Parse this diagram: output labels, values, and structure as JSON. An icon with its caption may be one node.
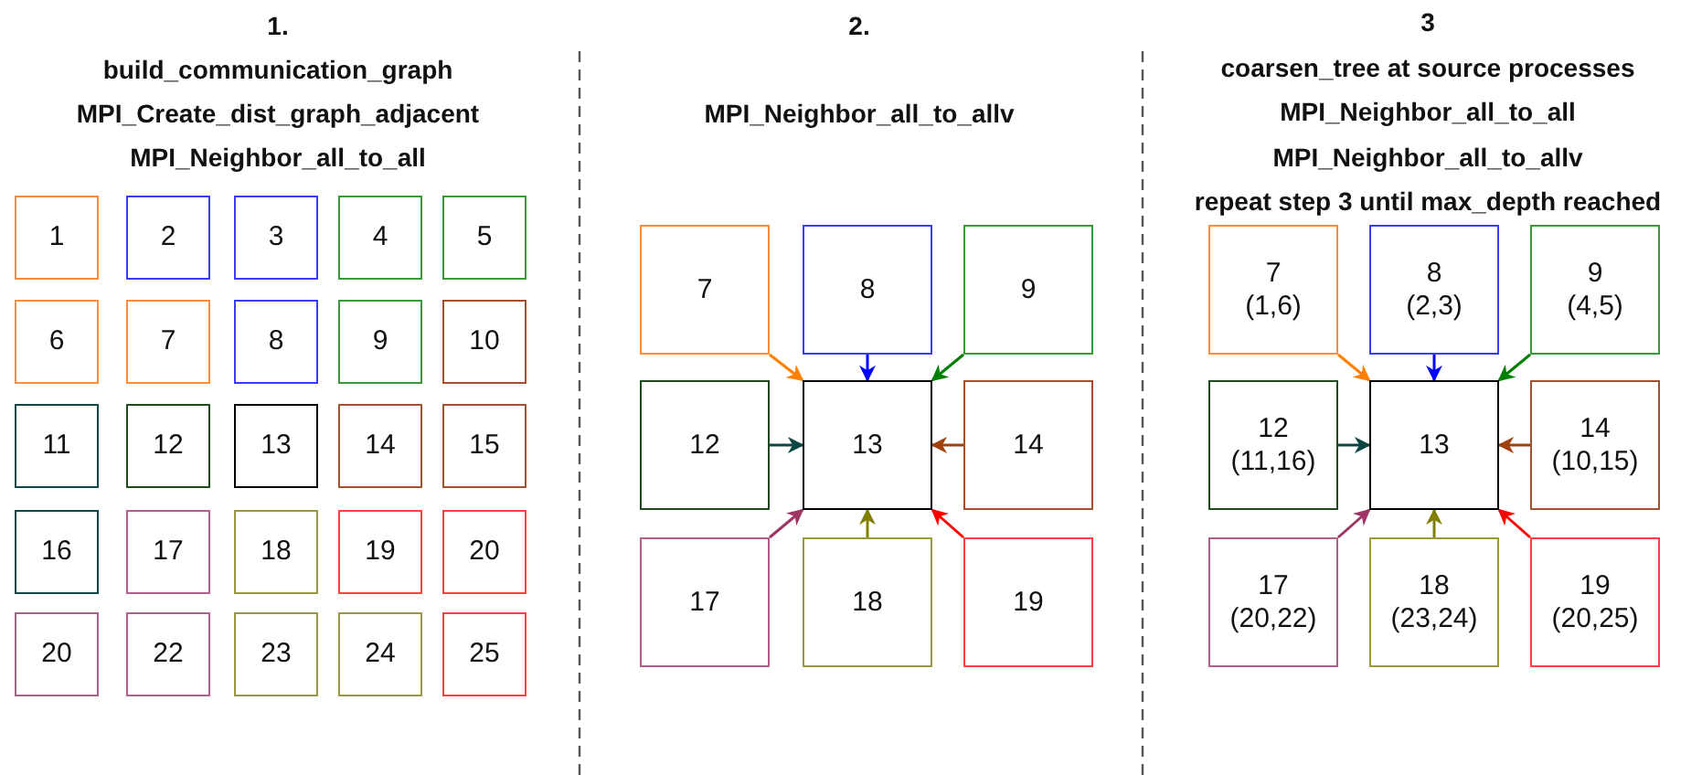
{
  "diagram": {
    "nodes": [
      {
        "text": [
          "1"
        ]
      },
      {
        "text": [
          "2"
        ]
      },
      {
        "text": [
          "3"
        ]
      },
      {
        "text": [
          "4"
        ]
      },
      {
        "text": [
          "5"
        ]
      },
      {
        "text": [
          "6"
        ]
      },
      {
        "text": [
          "7"
        ]
      },
      {
        "text": [
          "8"
        ]
      },
      {
        "text": [
          "9"
        ]
      },
      {
        "text": [
          "10"
        ]
      },
      {
        "text": [
          "11"
        ]
      },
      {
        "text": [
          "12"
        ]
      },
      {
        "text": [
          "13"
        ]
      },
      {
        "text": [
          "14"
        ]
      },
      {
        "text": [
          "15"
        ]
      },
      {
        "text": [
          "16"
        ]
      },
      {
        "text": [
          "17"
        ]
      },
      {
        "text": [
          "18"
        ]
      },
      {
        "text": [
          "19"
        ]
      },
      {
        "text": [
          "20"
        ]
      },
      {
        "text": [
          "20"
        ]
      },
      {
        "text": [
          "22"
        ]
      },
      {
        "text": [
          "23"
        ]
      },
      {
        "text": [
          "24"
        ]
      },
      {
        "text": [
          "25"
        ]
      },
      {
        "text": [
          "7"
        ]
      },
      {
        "text": [
          "8"
        ]
      },
      {
        "text": [
          "9"
        ]
      },
      {
        "text": [
          "12"
        ]
      },
      {
        "text": [
          "13"
        ]
      },
      {
        "text": [
          "14"
        ]
      },
      {
        "text": [
          "17"
        ]
      },
      {
        "text": [
          "18"
        ]
      },
      {
        "text": [
          "19"
        ]
      },
      {
        "text": [
          "7",
          "(1,6)"
        ]
      },
      {
        "text": [
          "8",
          "(2,3)"
        ]
      },
      {
        "text": [
          "9",
          "(4,5)"
        ]
      },
      {
        "text": [
          "12",
          "(11,16)"
        ]
      },
      {
        "text": [
          "13"
        ]
      },
      {
        "text": [
          "14",
          "(10,15)"
        ]
      },
      {
        "text": [
          "17",
          "(20,22)"
        ]
      },
      {
        "text": [
          "18",
          "(23,24)"
        ]
      },
      {
        "text": [
          "19",
          "(20,25)"
        ]
      }
    ],
    "edges": [
      {
        "from": 25,
        "to": 29,
        "arrow": "to",
        "color": "#ff7f00"
      },
      {
        "from": 26,
        "to": 29,
        "arrow": "to",
        "color": "#0000ff"
      },
      {
        "from": 27,
        "to": 29,
        "arrow": "to",
        "color": "#008000"
      },
      {
        "from": 28,
        "to": 29,
        "arrow": "to",
        "color": "#0d4444"
      },
      {
        "from": 30,
        "to": 29,
        "arrow": "to",
        "color": "#a0410d"
      },
      {
        "from": 31,
        "to": 29,
        "arrow": "to",
        "color": "#9e3565"
      },
      {
        "from": 32,
        "to": 29,
        "arrow": "to",
        "color": "#808000"
      },
      {
        "from": 33,
        "to": 29,
        "arrow": "to",
        "color": "#ff0000"
      },
      {
        "from": 34,
        "to": 38,
        "arrow": "to",
        "color": "#ff7f00"
      },
      {
        "from": 35,
        "to": 38,
        "arrow": "to",
        "color": "#0000ff"
      },
      {
        "from": 36,
        "to": 38,
        "arrow": "to",
        "color": "#008000"
      },
      {
        "from": 37,
        "to": 38,
        "arrow": "to",
        "color": "#0d4444"
      },
      {
        "from": 39,
        "to": 38,
        "arrow": "to",
        "color": "#a0410d"
      },
      {
        "from": 40,
        "to": 38,
        "arrow": "to",
        "color": "#9e3565"
      },
      {
        "from": 41,
        "to": 38,
        "arrow": "to",
        "color": "#808000"
      },
      {
        "from": 42,
        "to": 38,
        "arrow": "to",
        "color": "#ff0000"
      }
    ],
    "labels": [
      "1.",
      "build_communication_graph",
      "MPI_Create_dist_graph_adjacent",
      "MPI_Neighbor_all_to_all",
      "2.",
      "MPI_Neighbor_all_to_allv",
      "3",
      "coarsen_tree at source processes",
      "MPI_Neighbor_all_to_all",
      "MPI_Neighbor_all_to_allv",
      "repeat step 3 until max_depth reached"
    ]
  }
}
